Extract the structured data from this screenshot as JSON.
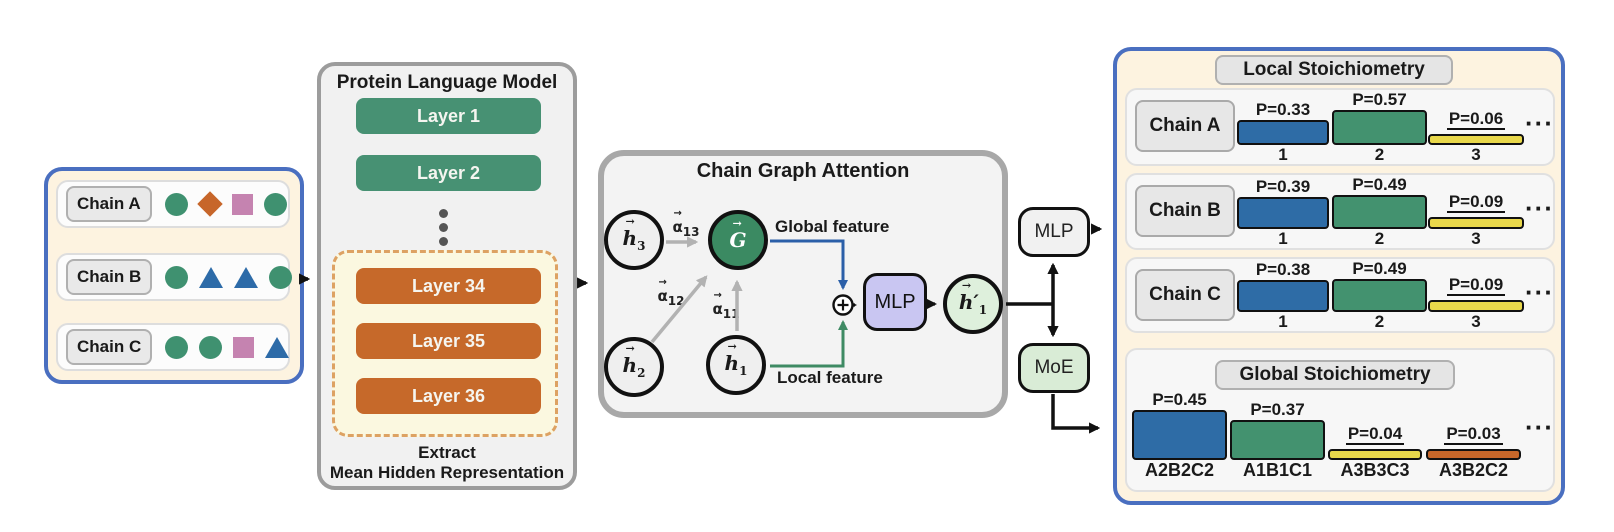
{
  "colors": {
    "panel_border_blue": "#4a6fc0",
    "panel_cream": "#fdf3e0",
    "green": "#479173",
    "orange": "#c6692a",
    "bar_blue": "#2e6ca6",
    "bar_green": "#43926f",
    "bar_yellow": "#e9d84b",
    "bar_orange": "#c7672a",
    "mlp_purple": "#c9c6f2",
    "moe_green": "#d9ecd6",
    "node_green": "#3b8a62"
  },
  "input_panel": {
    "chains": [
      {
        "label": "Chain A",
        "shapes": [
          "circle-green",
          "diamond-orange",
          "square-pink",
          "circle-green"
        ]
      },
      {
        "label": "Chain B",
        "shapes": [
          "circle-green",
          "triangle-blue",
          "triangle-blue",
          "circle-green"
        ]
      },
      {
        "label": "Chain C",
        "shapes": [
          "circle-green",
          "circle-green",
          "square-pink",
          "triangle-blue"
        ]
      }
    ]
  },
  "plm": {
    "title": "Protein Language Model",
    "layers_top": [
      "Layer 1",
      "Layer 2"
    ],
    "layers_extract": [
      "Layer 34",
      "Layer 35",
      "Layer 36"
    ],
    "footer1": "Extract",
    "footer2": "Mean Hidden Representation"
  },
  "attention": {
    "title": "Chain Graph Attention",
    "nodes": {
      "h3": {
        "vec": "→",
        "base": "h",
        "sub": "3"
      },
      "h2": {
        "vec": "→",
        "base": "h",
        "sub": "2"
      },
      "h1": {
        "vec": "→",
        "base": "h",
        "sub": "1"
      },
      "g": {
        "vec": "→",
        "base": "G",
        "sub": ""
      },
      "out": {
        "vec": "→",
        "base": "h",
        "prime": "′",
        "sub": "1"
      }
    },
    "edges": {
      "a13": {
        "vec": "→",
        "base": "α",
        "sub": "13"
      },
      "a12": {
        "vec": "→",
        "base": "α",
        "sub": "12"
      },
      "a11": {
        "vec": "→",
        "base": "α",
        "sub": "11"
      }
    },
    "global_label": "Global feature",
    "local_label": "Local feature",
    "mlp": "MLP"
  },
  "heads": {
    "mlp": "MLP",
    "moe": "MoE"
  },
  "local_stoich": {
    "title": "Local Stoichiometry",
    "ellipsis": "···",
    "rows": [
      {
        "chain": "Chain A",
        "bars": [
          {
            "p": "P=0.33",
            "value": 0.33,
            "cat": "1",
            "h": 25,
            "color": "#2e6ca6",
            "underline": false
          },
          {
            "p": "P=0.57",
            "value": 0.57,
            "cat": "2",
            "h": 42,
            "color": "#43926f",
            "underline": false
          },
          {
            "p": "P=0.06",
            "value": 0.06,
            "cat": "3",
            "h": 11,
            "color": "#e9d84b",
            "underline": true
          }
        ]
      },
      {
        "chain": "Chain B",
        "bars": [
          {
            "p": "P=0.39",
            "value": 0.39,
            "cat": "1",
            "h": 32,
            "color": "#2e6ca6",
            "underline": false
          },
          {
            "p": "P=0.49",
            "value": 0.49,
            "cat": "2",
            "h": 39,
            "color": "#43926f",
            "underline": false
          },
          {
            "p": "P=0.09",
            "value": 0.09,
            "cat": "3",
            "h": 12,
            "color": "#e9d84b",
            "underline": true
          }
        ]
      },
      {
        "chain": "Chain C",
        "bars": [
          {
            "p": "P=0.38",
            "value": 0.38,
            "cat": "1",
            "h": 32,
            "color": "#2e6ca6",
            "underline": false
          },
          {
            "p": "P=0.49",
            "value": 0.49,
            "cat": "2",
            "h": 39,
            "color": "#43926f",
            "underline": false
          },
          {
            "p": "P=0.09",
            "value": 0.09,
            "cat": "3",
            "h": 12,
            "color": "#e9d84b",
            "underline": true
          }
        ]
      }
    ]
  },
  "global_stoich": {
    "title": "Global Stoichiometry",
    "ellipsis": "···",
    "bars": [
      {
        "p": "P=0.45",
        "value": 0.45,
        "cat": "A2B2C2",
        "h": 50,
        "color": "#2e6ca6",
        "underline": false
      },
      {
        "p": "P=0.37",
        "value": 0.37,
        "cat": "A1B1C1",
        "h": 40,
        "color": "#43926f",
        "underline": false
      },
      {
        "p": "P=0.04",
        "value": 0.04,
        "cat": "A3B3C3",
        "h": 11,
        "color": "#e9d84b",
        "underline": true
      },
      {
        "p": "P=0.03",
        "value": 0.03,
        "cat": "A3B2C2",
        "h": 11,
        "color": "#c7672a",
        "underline": true
      }
    ]
  }
}
